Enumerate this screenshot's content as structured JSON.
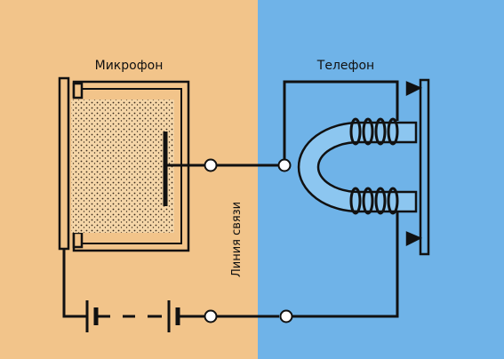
{
  "labels": {
    "microphone": "Микрофон",
    "telephone": "Телефон",
    "line": "Линия связи"
  },
  "colors": {
    "left_background": "#f2c48a",
    "right_background": "#6fb3e8",
    "wire": "#111111",
    "granules_fill": "#f5d6a8",
    "magnet_fill": "#8cc6f0"
  }
}
